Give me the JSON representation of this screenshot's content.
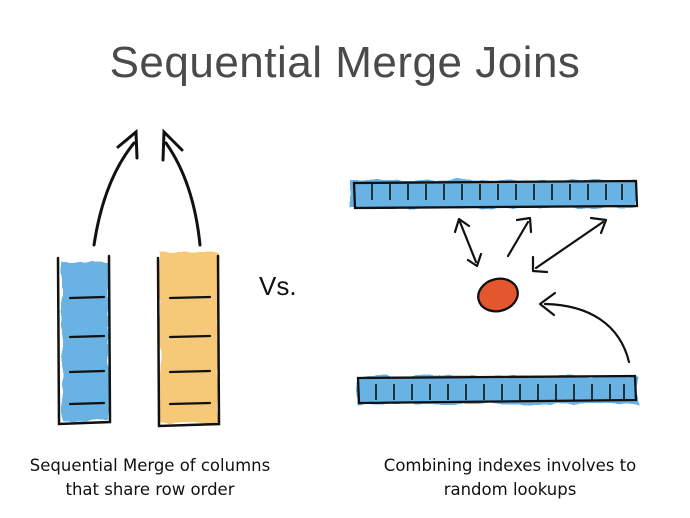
{
  "title": "Sequential Merge Joins",
  "vs_label": "Vs.",
  "left_caption": {
    "line1": "Sequential Merge of columns",
    "line2": "that share row order"
  },
  "right_caption": {
    "line1": "Combining indexes involves to",
    "line2": "random lookups"
  },
  "colors": {
    "blue_fill": "#4fa6e0",
    "orange_fill": "#f6c46a",
    "red_dot": "#e4572e",
    "ink": "#111111"
  }
}
